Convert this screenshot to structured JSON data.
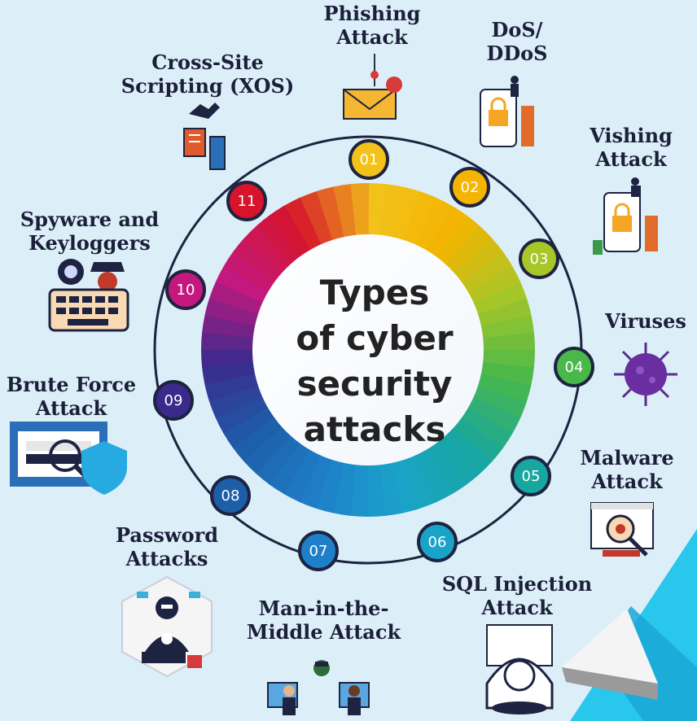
{
  "title": {
    "line1": "Types",
    "line2": "of cyber",
    "line3": "security",
    "line4": "attacks"
  },
  "attacks": [
    {
      "number": "01",
      "line1": "Phishing",
      "line2": "Attack",
      "color": "#f2c21b",
      "icon": "email-phishing-icon"
    },
    {
      "number": "02",
      "line1": "DoS/",
      "line2": "DDoS",
      "color": "#f4b400",
      "icon": "phone-lock-icon"
    },
    {
      "number": "03",
      "line1": "Vishing",
      "line2": "Attack",
      "color": "#a7c628",
      "icon": "phone-padlock-icon"
    },
    {
      "number": "04",
      "line1": "Viruses",
      "line2": "",
      "color": "#49b84a",
      "icon": "virus-icon"
    },
    {
      "number": "05",
      "line1": "Malware",
      "line2": "Attack",
      "color": "#17a6a0",
      "icon": "malware-scan-icon"
    },
    {
      "number": "06",
      "line1": "SQL Injection",
      "line2": "Attack",
      "color": "#1aa3c9",
      "icon": "hacker-laptop-icon"
    },
    {
      "number": "07",
      "line1": "Man-in-the-",
      "line2": "Middle Attack",
      "color": "#1f7fc9",
      "icon": "intercept-people-icon"
    },
    {
      "number": "08",
      "line1": "Password",
      "line2": "Attacks",
      "color": "#1c5fa8",
      "icon": "password-hacker-icon"
    },
    {
      "number": "09",
      "line1": "Brute Force",
      "line2": "Attack",
      "color": "#3a2a8c",
      "icon": "login-shield-icon"
    },
    {
      "number": "10",
      "line1": "Spyware and",
      "line2": "Keyloggers",
      "color": "#c4187f",
      "icon": "spy-keyboard-icon"
    },
    {
      "number": "11",
      "line1": "Cross-Site",
      "line2": "Scripting (XOS)",
      "color": "#d6142b",
      "icon": "hand-devices-icon"
    }
  ]
}
